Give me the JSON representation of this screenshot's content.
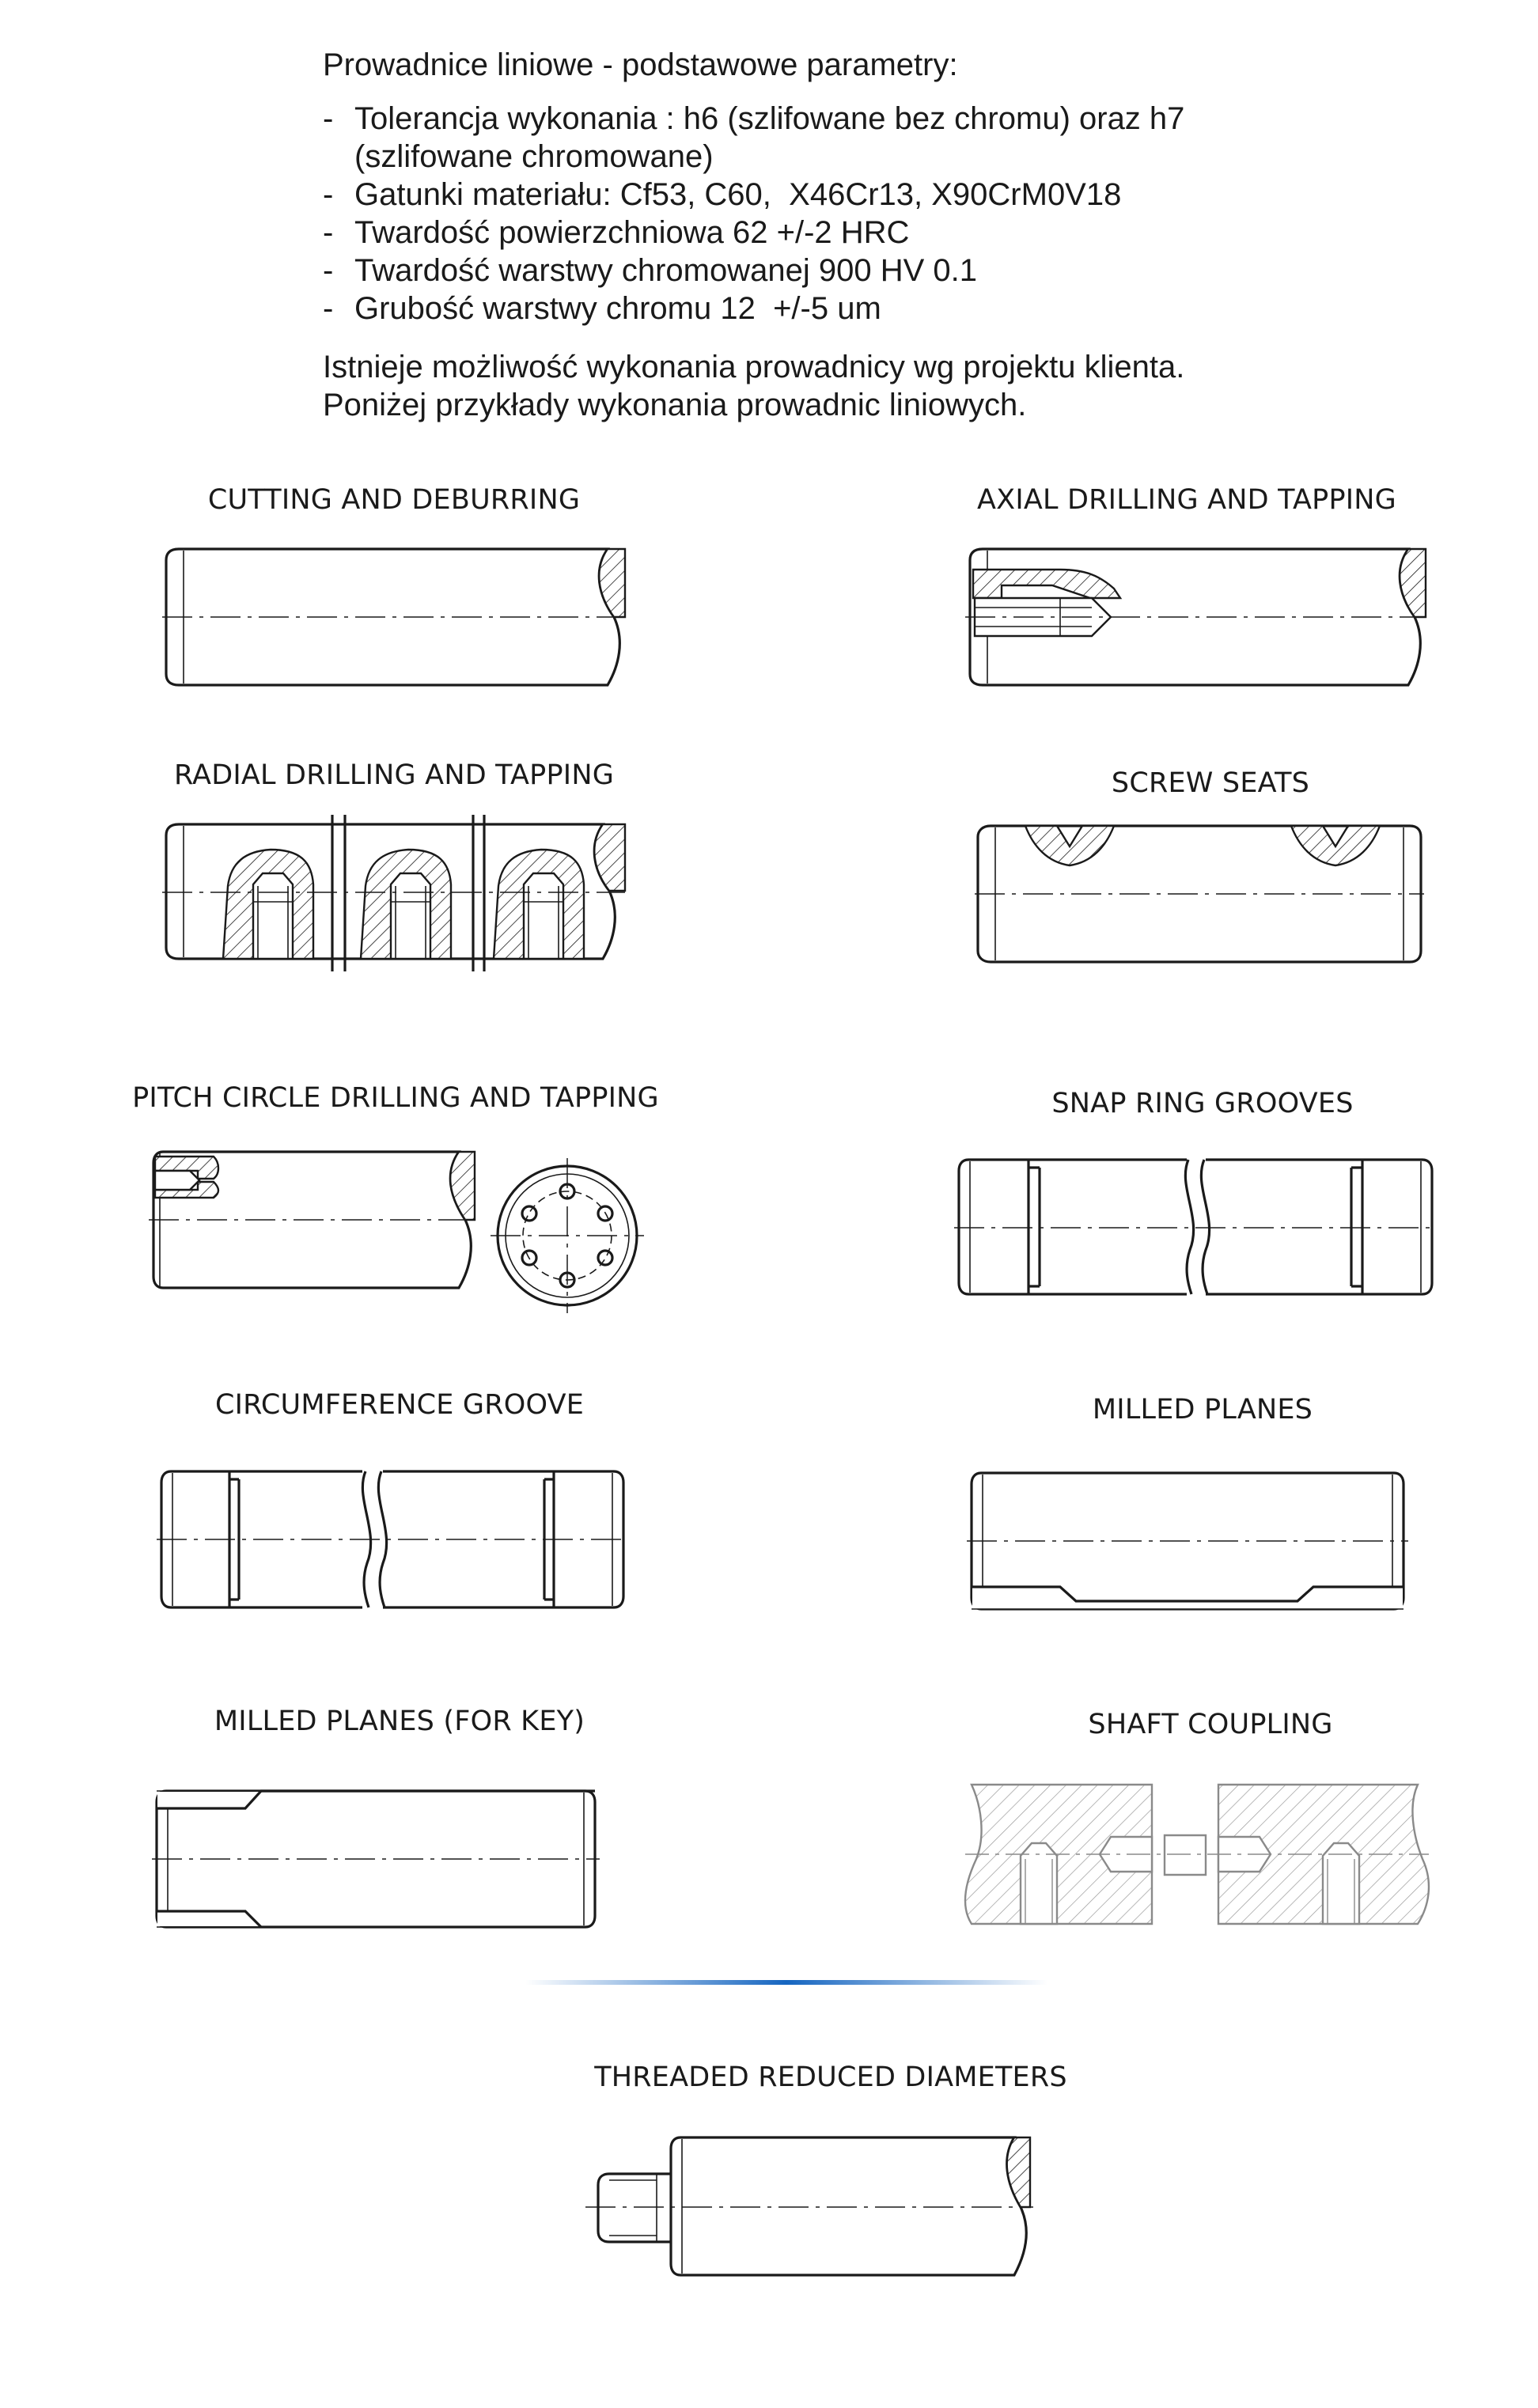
{
  "intro": {
    "title": "Prowadnice liniowe - podstawowe parametry:",
    "bullets": [
      "Tolerancja wykonania : h6 (szlifowane bez chromu) oraz h7\n(szlifowane chromowane)",
      "Gatunki materiału: Cf53, C60,  X46Cr13, X90CrM0V18",
      "Twardość powierzchniowa 62 +/-2 HRC",
      "Twardość warstwy chromowanej 900 HV 0.1",
      "Grubość warstwy chromu 12  +/-5 um"
    ],
    "closing_line_1": "Istnieje możliwość wykonania prowadnicy wg projektu klienta.",
    "closing_line_2": "Poniżej przykłady wykonania prowadnic liniowych."
  },
  "bullet_marker": "-",
  "figures": [
    {
      "id": "cutting",
      "label": "CUTTING AND DEBURRING"
    },
    {
      "id": "axial",
      "label": "AXIAL DRILLING AND TAPPING"
    },
    {
      "id": "radial",
      "label": "RADIAL DRILLING AND TAPPING"
    },
    {
      "id": "screw",
      "label": "SCREW SEATS"
    },
    {
      "id": "pitch",
      "label": "PITCH CIRCLE DRILLING AND TAPPING"
    },
    {
      "id": "snap",
      "label": "SNAP RING GROOVES"
    },
    {
      "id": "circ",
      "label": "CIRCUMFERENCE GROOVE"
    },
    {
      "id": "milled",
      "label": "MILLED PLANES"
    },
    {
      "id": "milledkey",
      "label": "MILLED PLANES (FOR KEY)"
    },
    {
      "id": "coupling",
      "label": "SHAFT COUPLING"
    },
    {
      "id": "threaded",
      "label": "THREADED REDUCED DIAMETERS"
    }
  ],
  "colors": {
    "line": "#1a1a1a",
    "divider_accent": "#1565c0",
    "ghost_line": "#8a8a8a"
  }
}
